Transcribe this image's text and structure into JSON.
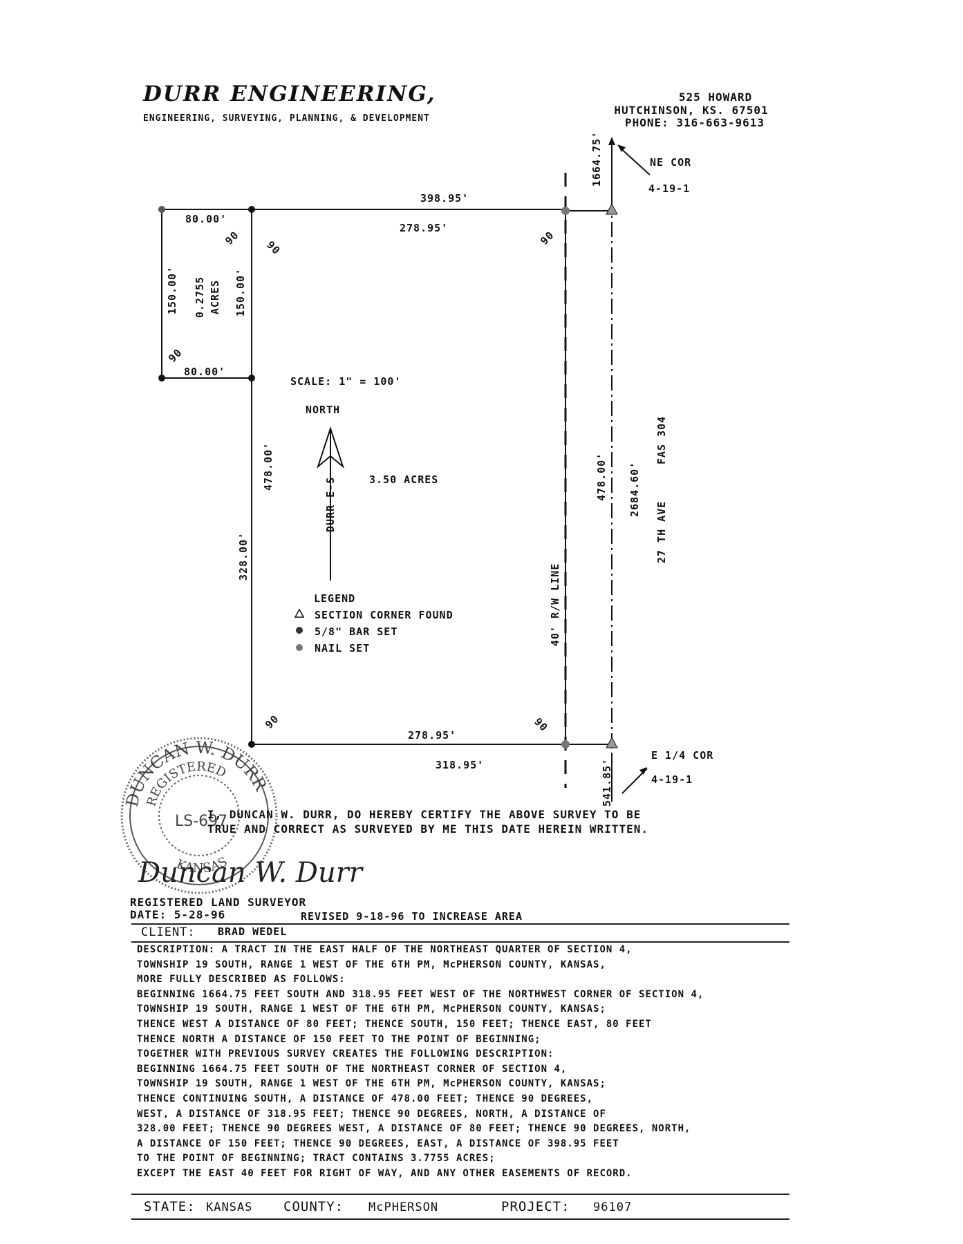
{
  "header": {
    "firm_name": "DURR ENGINEERING,",
    "tagline": "ENGINEERING, SURVEYING, PLANNING, & DEVELOPMENT",
    "address_line1": "525 HOWARD",
    "address_line2": "HUTCHINSON, KS. 67501",
    "phone": "PHONE: 316-663-9613"
  },
  "plat": {
    "top_total": "398.95'",
    "top_inner": "278.95'",
    "small_top": "80.00'",
    "small_bottom": "80.00'",
    "small_left": "150.00'",
    "small_right": "150.00'",
    "small_area": "0.2755",
    "small_area_unit": "ACRES",
    "main_left_upper": "478.00'",
    "main_left_total": "328.00'",
    "main_area": "3.50 ACRES",
    "right_dist": "478.00'",
    "section_line_dist": "2684.60'",
    "road_name": "27 TH AVE",
    "road_fas": "FAS 304",
    "rw_line": "40' R/W LINE",
    "bottom_inner": "278.95'",
    "bottom_total": "318.95'",
    "top_offset": "1664.75'",
    "bottom_offset": "541.85'",
    "ne_corner": "NE COR",
    "ne_corner_sec": "4-19-1",
    "e_quarter_corner": "E 1/4 COR",
    "e_quarter_corner_sec": "4-19-1",
    "scale": "SCALE: 1\" = 100'",
    "north": "NORTH",
    "bearing_ref": "DURR E-S",
    "angle": "90",
    "legend_title": "LEGEND",
    "legend_items": [
      "SECTION CORNER FOUND",
      "5/8\" BAR SET",
      "NAIL SET"
    ]
  },
  "certification": {
    "line1": "I, DUNCAN W. DURR, DO HEREBY CERTIFY THE ABOVE SURVEY TO BE",
    "line2": "TRUE AND CORRECT AS SURVEYED BY ME THIS DATE HEREIN WRITTEN.",
    "signature": "Duncan W. Durr",
    "title": "REGISTERED LAND SURVEYOR",
    "date": "DATE: 5-28-96",
    "revised": "REVISED 9-18-96 TO INCREASE AREA"
  },
  "seal": {
    "name": "DUNCAN W. DURR",
    "registered": "REGISTERED",
    "license": "LS-697",
    "state": "KANSAS"
  },
  "client": {
    "label": "CLIENT:",
    "value": "BRAD WEDEL"
  },
  "description": [
    "DESCRIPTION:  A TRACT IN THE EAST HALF OF THE NORTHEAST QUARTER OF SECTION 4,",
    "TOWNSHIP 19 SOUTH, RANGE 1 WEST OF THE 6TH PM, McPHERSON COUNTY, KANSAS,",
    "MORE FULLY DESCRIBED AS FOLLOWS:",
    "BEGINNING 1664.75 FEET SOUTH AND 318.95 FEET WEST OF THE NORTHWEST CORNER OF SECTION 4,",
    "TOWNSHIP 19 SOUTH, RANGE 1 WEST OF THE 6TH PM, McPHERSON COUNTY, KANSAS;",
    "THENCE WEST A DISTANCE OF 80 FEET; THENCE SOUTH, 150 FEET; THENCE EAST, 80 FEET",
    "THENCE NORTH A DISTANCE OF 150 FEET TO THE POINT OF BEGINNING;",
    "TOGETHER WITH PREVIOUS SURVEY CREATES THE FOLLOWING DESCRIPTION:",
    "BEGINNING 1664.75 FEET SOUTH OF THE NORTHEAST CORNER OF SECTION 4,",
    "TOWNSHIP 19 SOUTH, RANGE 1 WEST OF THE 6TH PM, McPHERSON COUNTY, KANSAS;",
    "THENCE CONTINUING SOUTH, A DISTANCE OF 478.00 FEET; THENCE 90 DEGREES,",
    "WEST, A DISTANCE OF 318.95 FEET; THENCE 90 DEGREES, NORTH, A DISTANCE OF",
    "328.00 FEET; THENCE 90 DEGREES WEST, A DISTANCE OF 80 FEET; THENCE 90 DEGREES, NORTH,",
    "A DISTANCE OF 150 FEET; THENCE 90 DEGREES, EAST, A DISTANCE OF 398.95 FEET",
    "TO THE POINT OF BEGINNING; TRACT CONTAINS 3.7755 ACRES;",
    "EXCEPT THE EAST 40 FEET FOR RIGHT OF WAY, AND ANY OTHER EASEMENTS OF RECORD."
  ],
  "footer": {
    "state_label": "STATE:",
    "state_value": "KANSAS",
    "county_label": "COUNTY:",
    "county_value": "McPHERSON",
    "project_label": "PROJECT:",
    "project_value": "96107"
  }
}
